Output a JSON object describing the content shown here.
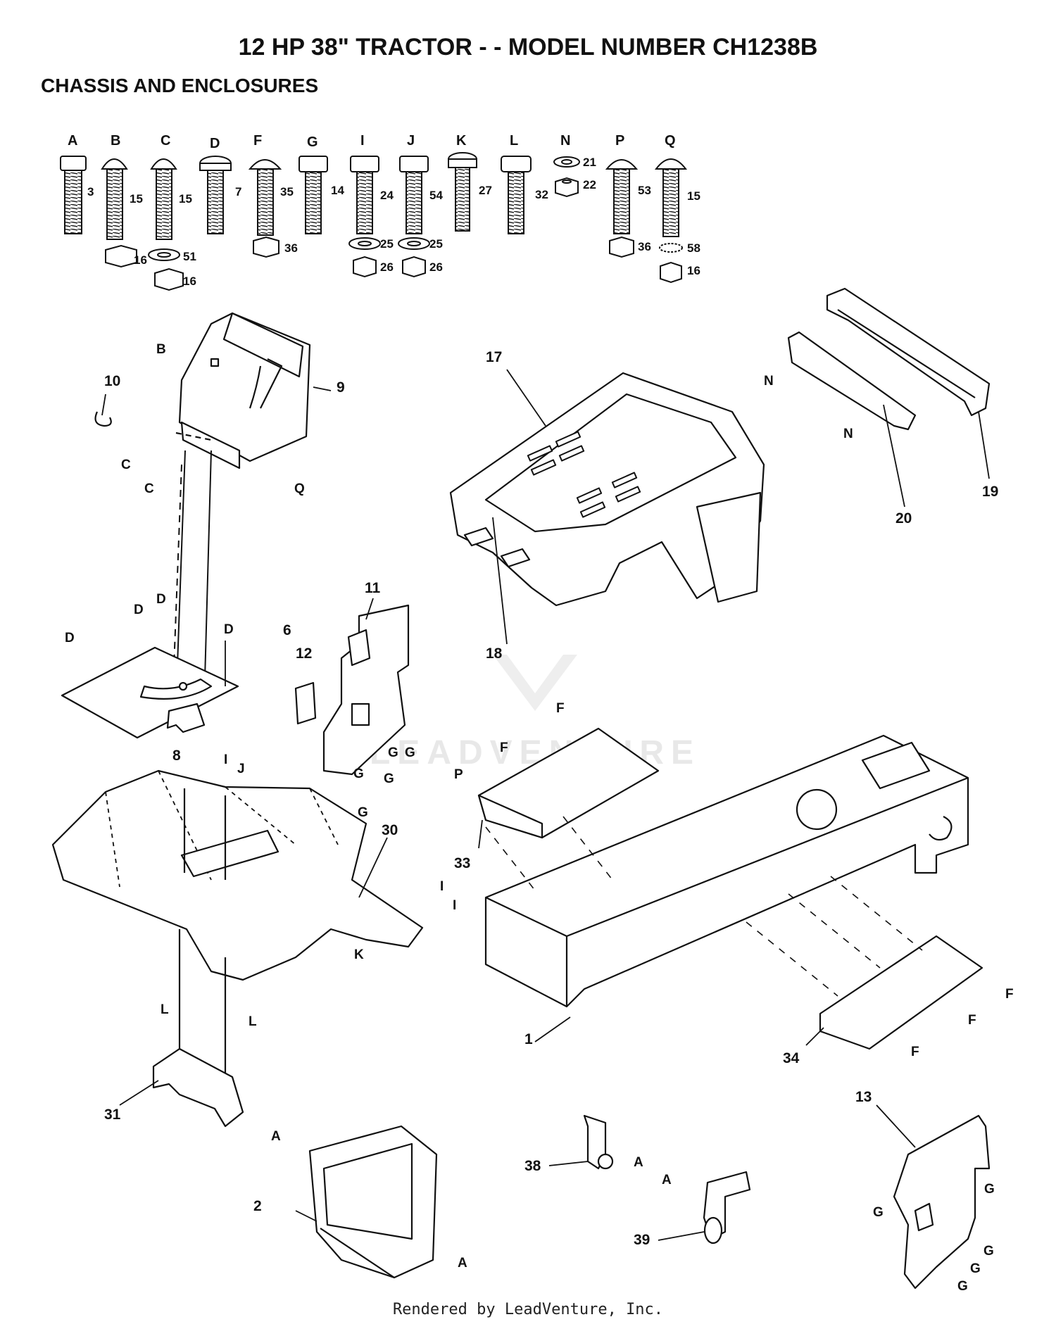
{
  "header": {
    "title": "12 HP 38\" TRACTOR - - MODEL NUMBER CH1238B",
    "section": "CHASSIS AND ENCLOSURES"
  },
  "hardware_letters": [
    "A",
    "B",
    "C",
    "D",
    "F",
    "G",
    "I",
    "J",
    "K",
    "L",
    "N",
    "P",
    "Q"
  ],
  "hardware_numbers": {
    "A": "3",
    "B": "15",
    "B_nut": "16",
    "C": "15",
    "C_washer": "51",
    "C_nut": "16",
    "D": "7",
    "F": "35",
    "F_nut": "36",
    "G": "14",
    "I": "24",
    "I_washer": "25",
    "I_nut": "26",
    "J": "54",
    "J_washer": "25",
    "J_nut": "26",
    "K": "27",
    "L": "32",
    "N_washer": "21",
    "N_nut": "22",
    "P": "53",
    "P_nut": "36",
    "Q": "15",
    "Q_washer": "58",
    "Q_nut": "16"
  },
  "part_numbers": [
    "1",
    "2",
    "6",
    "8",
    "9",
    "10",
    "11",
    "12",
    "13",
    "17",
    "18",
    "19",
    "20",
    "30",
    "31",
    "33",
    "34",
    "38",
    "39"
  ],
  "watermark": "LEADVENTURE",
  "footer": "Rendered by LeadVenture, Inc."
}
